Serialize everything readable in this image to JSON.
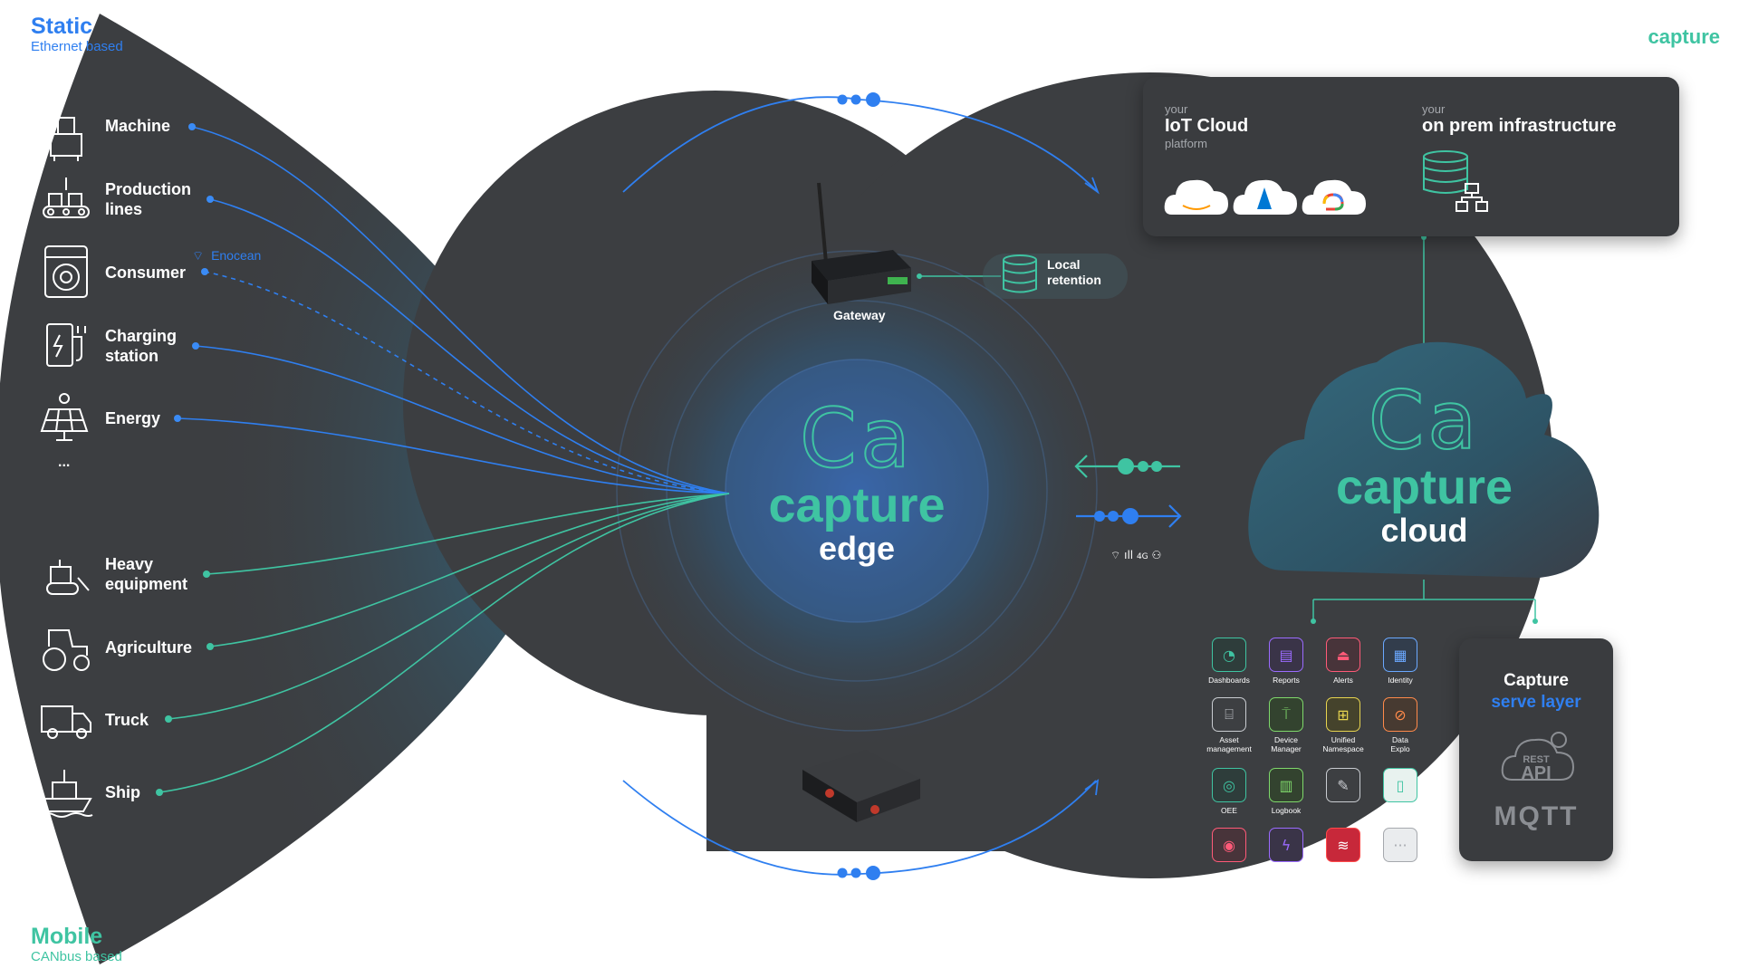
{
  "brand": "capture",
  "corners": {
    "static_title": "Static",
    "static_sub": "Ethernet based",
    "mobile_title": "Mobile",
    "mobile_sub": "CANbus based"
  },
  "colors": {
    "blue": "#2f7ff0",
    "teal": "#3fc4a2",
    "dark": "#3c3e41",
    "panel": "#3a3c3f"
  },
  "static_devices": [
    {
      "label": "Machine",
      "icon": "machine-icon"
    },
    {
      "label": "Production\nlines",
      "icon": "conveyor-icon"
    },
    {
      "label": "Consumer",
      "icon": "washing-machine-icon"
    },
    {
      "label": "Charging\nstation",
      "icon": "ev-charger-icon"
    },
    {
      "label": "Energy",
      "icon": "solar-panel-icon"
    }
  ],
  "ellipsis": "...",
  "enocean_label": "Enocean",
  "mobile_devices": [
    {
      "label": "Heavy\nequipment",
      "icon": "bulldozer-icon"
    },
    {
      "label": "Agriculture",
      "icon": "tractor-icon"
    },
    {
      "label": "Truck",
      "icon": "truck-icon"
    },
    {
      "label": "Ship",
      "icon": "ship-icon"
    }
  ],
  "gateway_label": "Gateway",
  "local_retention": "Local\nretention",
  "edge": {
    "symbol": "Ca",
    "name": "capture",
    "sub": "edge"
  },
  "cloud": {
    "symbol": "Ca",
    "name": "capture",
    "sub": "cloud"
  },
  "connectivity_labels": "4G",
  "iot_panel": {
    "your1": "your",
    "title1": "IoT Cloud",
    "platform": "platform",
    "providers": [
      "aws",
      "Azure",
      "Google Cloud"
    ],
    "your2": "your",
    "title2": "on prem infrastructure"
  },
  "apps": [
    {
      "label": "Dashboards",
      "icon": "dashboard-icon",
      "color": "#3fc4a2",
      "glyph": "◔"
    },
    {
      "label": "Reports",
      "icon": "report-icon",
      "color": "#9b6bff",
      "glyph": "▤"
    },
    {
      "label": "Alerts",
      "icon": "alert-icon",
      "color": "#ff5a78",
      "glyph": "⏏"
    },
    {
      "label": "Identity",
      "icon": "identity-icon",
      "color": "#6aa8ff",
      "glyph": "▦"
    },
    {
      "label": "Asset\nmanagement",
      "icon": "asset-icon",
      "color": "#c9ccd1",
      "glyph": "⌸"
    },
    {
      "label": "Device\nManager",
      "icon": "antenna-icon",
      "color": "#7fd96b",
      "glyph": "⍑"
    },
    {
      "label": "Unified\nNamespace",
      "icon": "namespace-icon",
      "color": "#e7d44f",
      "glyph": "⊞"
    },
    {
      "label": "Data\nExplo",
      "icon": "compass-icon",
      "color": "#ff8a4a",
      "glyph": "⊘"
    },
    {
      "label": "OEE",
      "icon": "gauge-icon",
      "color": "#3fc4a2",
      "glyph": "◎"
    },
    {
      "label": "Logbook",
      "icon": "logbook-icon",
      "color": "#7fd96b",
      "glyph": "▥"
    },
    {
      "label": "",
      "icon": "wrench-icon",
      "color": "#c9ccd1",
      "glyph": "✎"
    },
    {
      "label": "",
      "icon": "doc-icon",
      "color": "#3fc4a2",
      "glyph": "▯"
    },
    {
      "label": "",
      "icon": "eye-icon",
      "color": "#ff5a78",
      "glyph": "◉"
    },
    {
      "label": "",
      "icon": "bolt-icon",
      "color": "#9b6bff",
      "glyph": "ϟ"
    },
    {
      "label": "",
      "icon": "rack-icon",
      "color": "#ff4a4a",
      "glyph": "≋"
    },
    {
      "label": "",
      "icon": "more-icon",
      "color": "#a5a8ad",
      "glyph": "···"
    }
  ],
  "serve": {
    "title": "Capture",
    "sub": "serve layer",
    "rest": "REST",
    "api": "API",
    "mqtt": "MQTT"
  }
}
